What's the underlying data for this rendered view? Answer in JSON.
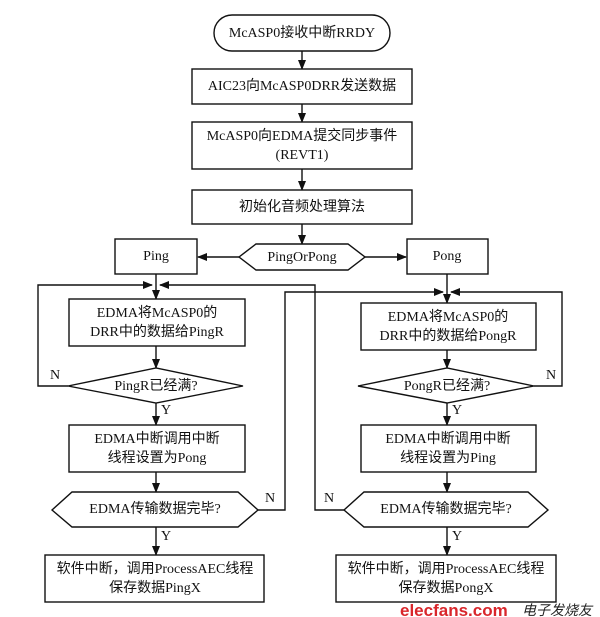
{
  "nodes": {
    "start": "McASP0接收中断RRDY",
    "send": "AIC23向McASP0DRR发送数据",
    "event_1": "McASP0向EDMA提交同步事件",
    "event_2": "(REVT1)",
    "init": "初始化音频处理算法",
    "switch": "PingOrPong",
    "ping": "Ping",
    "pong": "Pong",
    "left": {
      "transfer_1": "EDMA将McASP0的",
      "transfer_2": "DRR中的数据给PingR",
      "full": "PingR已经满?",
      "irq_1": "EDMA中断调用中断",
      "irq_2": "线程设置为Pong",
      "done": "EDMA传输数据完毕?",
      "soft_1": "软件中断，调用ProcessAEC线程",
      "soft_2": "保存数据PingX"
    },
    "right": {
      "transfer_1": "EDMA将McASP0的",
      "transfer_2": "DRR中的数据给PongR",
      "full": "PongR已经满?",
      "irq_1": "EDMA中断调用中断",
      "irq_2": "线程设置为Ping",
      "done": "EDMA传输数据完毕?",
      "soft_1": "软件中断，调用ProcessAEC线程",
      "soft_2": "保存数据PongX"
    }
  },
  "labels": {
    "yes": "Y",
    "no": "N"
  },
  "watermark": {
    "site": "elecfans.com",
    "name": "电子发烧友",
    "color": "#d9262b"
  }
}
